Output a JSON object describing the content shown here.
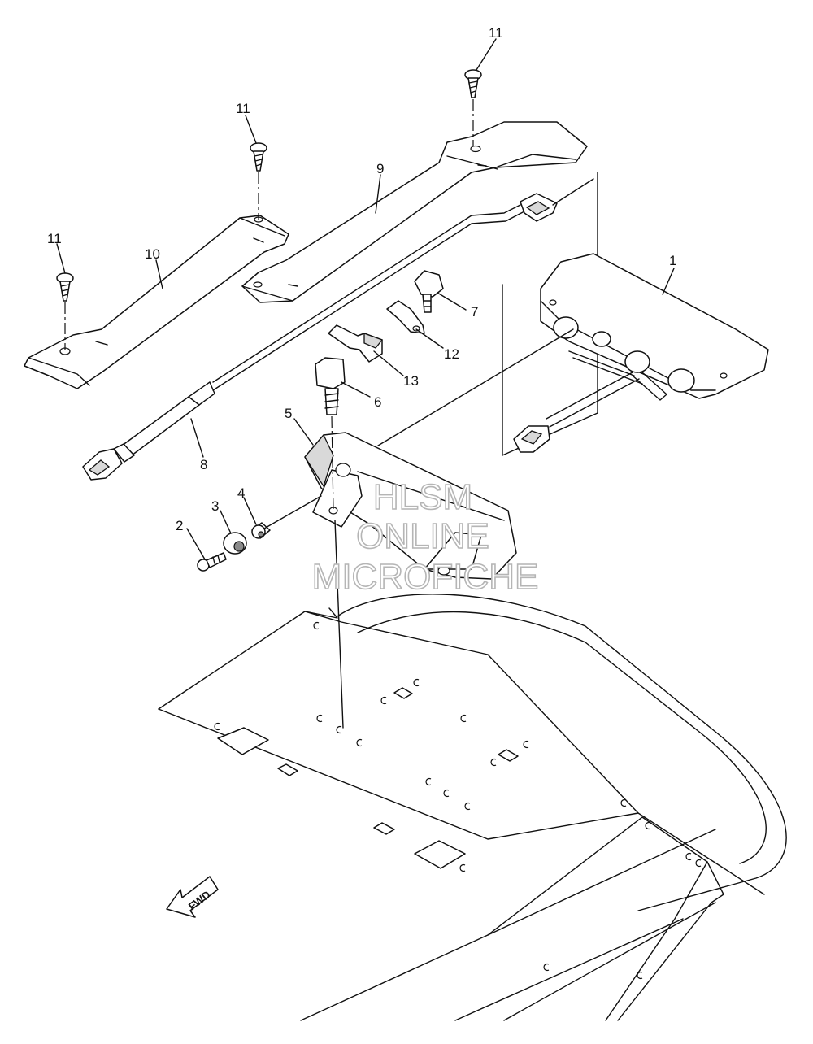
{
  "callouts": [
    "1",
    "2",
    "3",
    "4",
    "5",
    "6",
    "7",
    "8",
    "9",
    "10",
    "11",
    "11",
    "11",
    "12",
    "13"
  ],
  "watermark": {
    "line1": "HLSM",
    "line2": "ONLINE",
    "line3": "MICROFICHE"
  },
  "fwd_label": "FWD"
}
